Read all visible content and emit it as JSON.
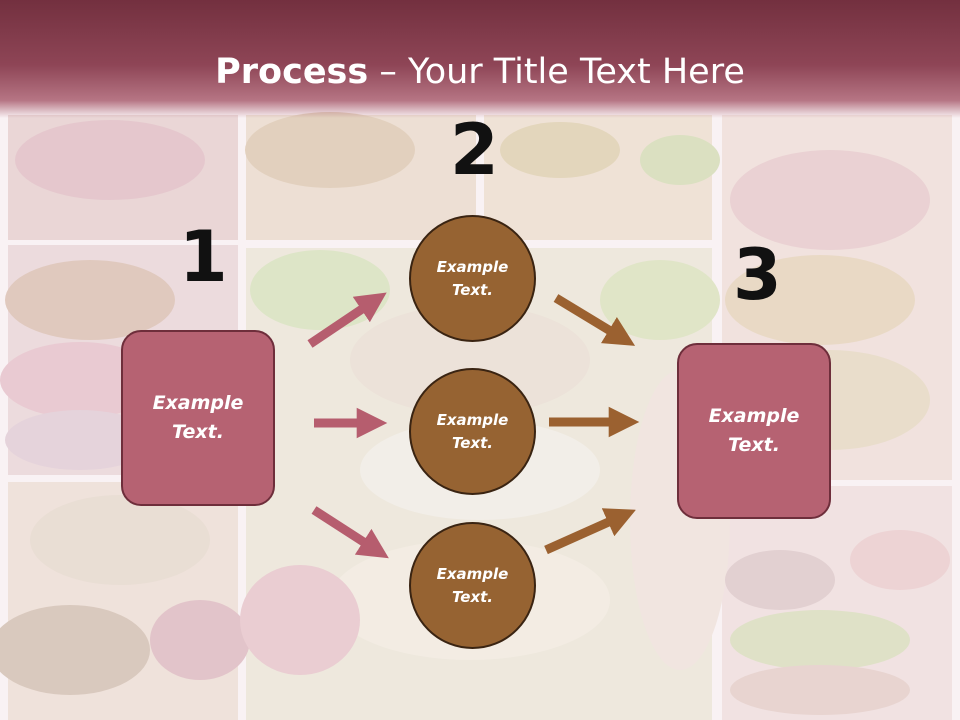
{
  "slide": {
    "title_bold": "Process",
    "title_rest": " – Your Title Text Here"
  },
  "steps": {
    "one": "1",
    "two": "2",
    "three": "3"
  },
  "nodes": {
    "input": "Example Text.",
    "middle_top": "Example Text.",
    "middle_center": "Example Text.",
    "middle_bottom": "Example Text.",
    "output": "Example Text."
  },
  "colors": {
    "header": "#8e4556",
    "box_fill": "#b66272",
    "box_border": "#6e2e3b",
    "circle_fill": "#966332",
    "arrow_left": "#b65d6e",
    "arrow_right": "#9b6130"
  }
}
